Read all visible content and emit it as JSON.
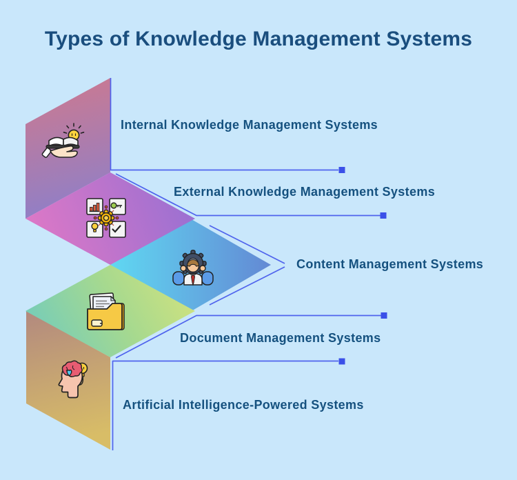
{
  "title": "Types of Knowledge Management Systems",
  "items": [
    {
      "label": "Internal Knowledge Management Systems",
      "icon": "shared-knowledge-book-hand-bulb-icon",
      "gradient": [
        "#cf798d",
        "#917fc6"
      ]
    },
    {
      "label": "External Knowledge Management Systems",
      "icon": "gear-with-modules-icon",
      "gradient": [
        "#de78c6",
        "#9a70d2"
      ]
    },
    {
      "label": "Content Management Systems",
      "icon": "team-gear-icon",
      "gradient": [
        "#60d8f2",
        "#6389d4"
      ]
    },
    {
      "label": "Document Management Systems",
      "icon": "folder-documents-icon",
      "gradient": [
        "#74ccba",
        "#a6d98f",
        "#cfe27f"
      ]
    },
    {
      "label": "Artificial Intelligence-Powered Systems",
      "icon": "ai-head-brain-bulb-icon",
      "gradient": [
        "#b2897f",
        "#d8bd67"
      ]
    }
  ],
  "colors": {
    "background": "#c9e7fb",
    "title_text": "#1a4e7e",
    "label_text": "#15517f",
    "connector_line": "#4f63ed",
    "connector_marker": "#3b50e8"
  }
}
